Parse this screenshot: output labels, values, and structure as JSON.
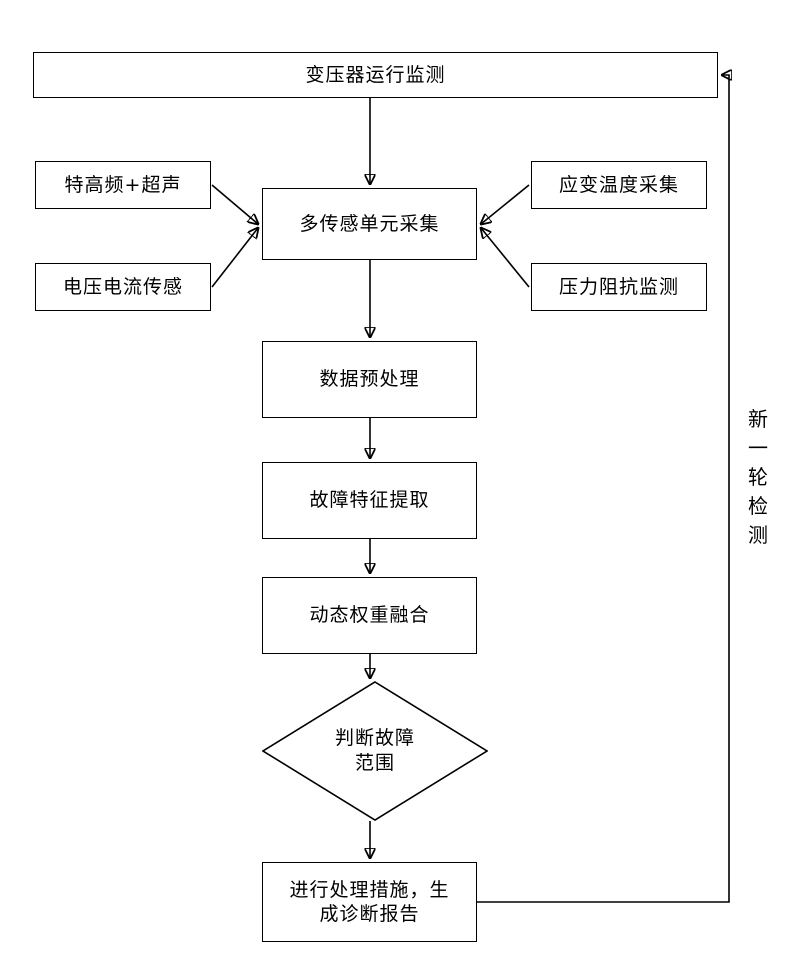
{
  "diagram": {
    "title_text": "变压器运行监测",
    "type": "flowchart",
    "nodes": {
      "monitor": {
        "label": "变压器运行监测",
        "shape": "rect"
      },
      "uhf_ultrasonic": {
        "label": "特高频+超声",
        "shape": "rect"
      },
      "voltage_current": {
        "label": "电压电流传感",
        "shape": "rect"
      },
      "strain_temp": {
        "label": "应变温度采集",
        "shape": "rect"
      },
      "pressure_impedance": {
        "label": "压力阻抗监测",
        "shape": "rect"
      },
      "multisensor": {
        "label": "多传感单元采集",
        "shape": "rect"
      },
      "preprocess": {
        "label": "数据预处理",
        "shape": "rect"
      },
      "feature_extract": {
        "label": "故障特征提取",
        "shape": "rect"
      },
      "weight_fusion": {
        "label": "动态权重融合",
        "shape": "rect"
      },
      "decision": {
        "label": "判断故障\n范围",
        "shape": "diamond"
      },
      "report": {
        "label": "进行处理措施，生\n成诊断报告",
        "shape": "rect"
      }
    },
    "loop_label": {
      "chars": [
        "新",
        "一",
        "轮",
        "检",
        "测"
      ],
      "text": "新一轮检测"
    },
    "colors": {
      "stroke": "#000000",
      "fill": "#ffffff",
      "text": "#000000"
    }
  }
}
